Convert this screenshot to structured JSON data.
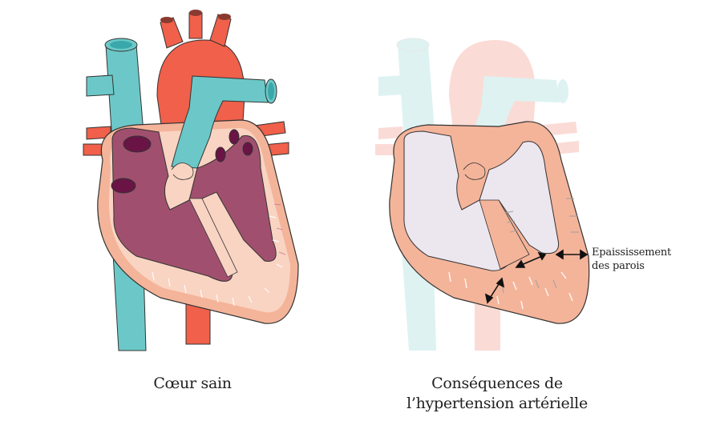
{
  "figure": {
    "left_heart": {
      "caption": "Cœur sain"
    },
    "right_heart": {
      "caption_line1": "Conséquences de",
      "caption_line2": "l’hypertension artérielle",
      "annotation_line1": "Epaississement",
      "annotation_line2": "des parois"
    },
    "colors": {
      "vein_blue": "#6cc8c8",
      "artery_red": "#f0604a",
      "chamber_purple": "#a0506e",
      "chamber_dark": "#7a2a58",
      "muscle_peach": "#f4b49a",
      "muscle_light": "#f9d4c2",
      "faded_chamber": "#ece6ee",
      "outline": "#333333"
    }
  }
}
